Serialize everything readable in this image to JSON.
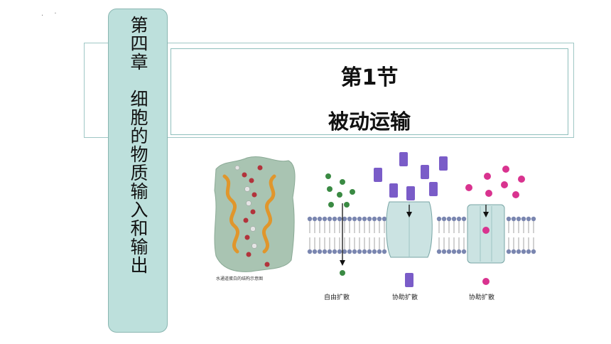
{
  "chapter": {
    "title": "第四章　细胞的物质输入和输出"
  },
  "section": {
    "number": "第1节",
    "title": "被动运输"
  },
  "figure": {
    "aquaporin_caption": "水通道蛋白的结构示意图",
    "labels": [
      "自由扩散",
      "协助扩散",
      "协助扩散"
    ]
  },
  "colors": {
    "band": "#bde0dc",
    "frame": "#8fbfbc",
    "free_molecule": "#3a8a43",
    "carrier_molecule": "#7a5cc8",
    "channel_ion": "#d9338f",
    "membrane_heads": "#7a86b0"
  }
}
